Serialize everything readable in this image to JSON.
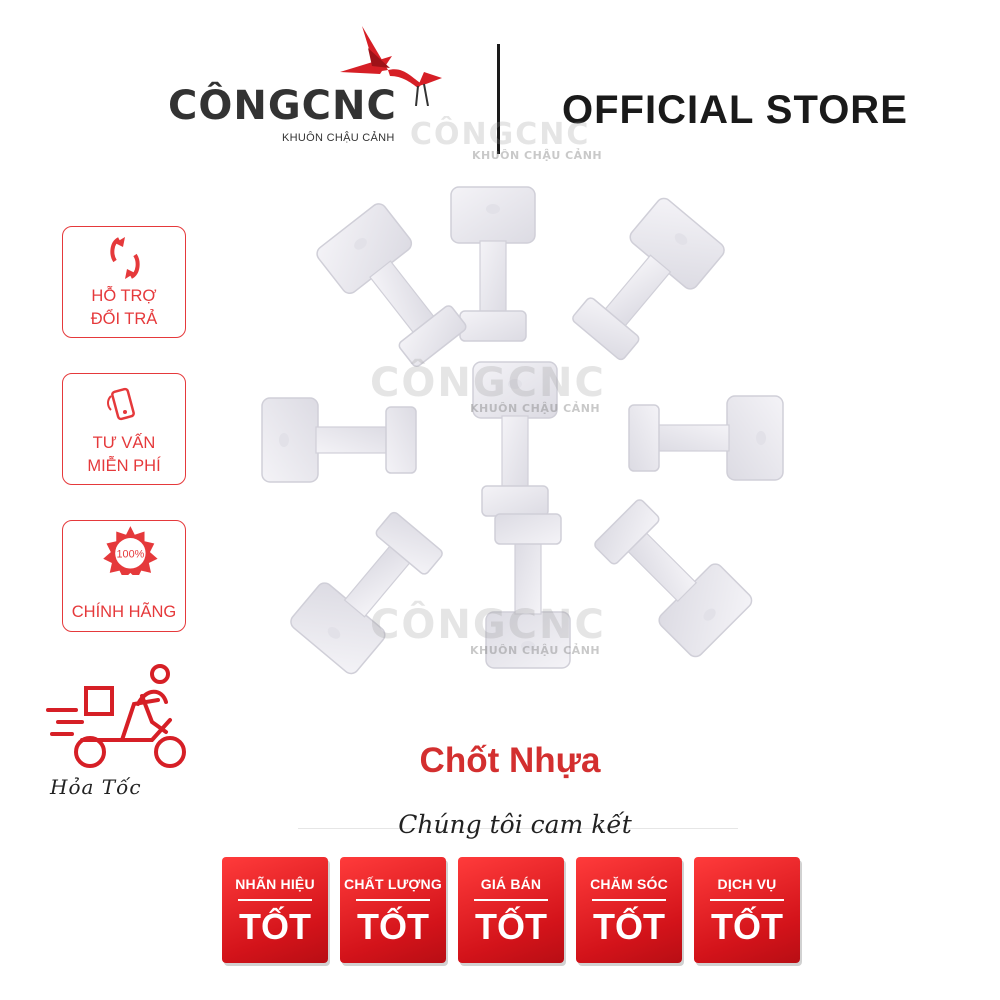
{
  "header": {
    "brand_primary": "CÔNG",
    "brand_secondary": "CNC",
    "brand_tagline": "KHUÔN CHẬU CẢNH",
    "store_label": "OFFICIAL STORE"
  },
  "badges": [
    {
      "icon": "exchange-arrows-icon",
      "line1": "HỖ TRỢ",
      "line2": "ĐỔI TRẢ"
    },
    {
      "icon": "phone-consult-icon",
      "line1": "TƯ VẤN",
      "line2": "MIỄN PHÍ"
    },
    {
      "icon": "seal-100-icon",
      "seal_text": "100%",
      "line1": "CHÍNH HÃNG",
      "line2": ""
    }
  ],
  "delivery": {
    "icon": "scooter-delivery-icon",
    "label": "Hỏa Tốc"
  },
  "watermark": {
    "brand": "CÔNGCNC",
    "tagline": "KHUÔN CHẬU CẢNH"
  },
  "product": {
    "title": "Chốt Nhựa"
  },
  "commitment": {
    "heading": "Chúng tôi cam kết",
    "tiles": [
      {
        "label": "NHÃN HIỆU",
        "value": "TỐT"
      },
      {
        "label": "CHẤT LƯỢNG",
        "value": "TỐT"
      },
      {
        "label": "GIÁ BÁN",
        "value": "TỐT"
      },
      {
        "label": "CHĂM SÓC",
        "value": "TỐT"
      },
      {
        "label": "DỊCH VỤ",
        "value": "TỐT"
      }
    ]
  },
  "colors": {
    "accent_red": "#e5393b",
    "tile_red": "#d3131a",
    "title_red": "#d32f2f",
    "text_dark": "#1a1a1a"
  }
}
